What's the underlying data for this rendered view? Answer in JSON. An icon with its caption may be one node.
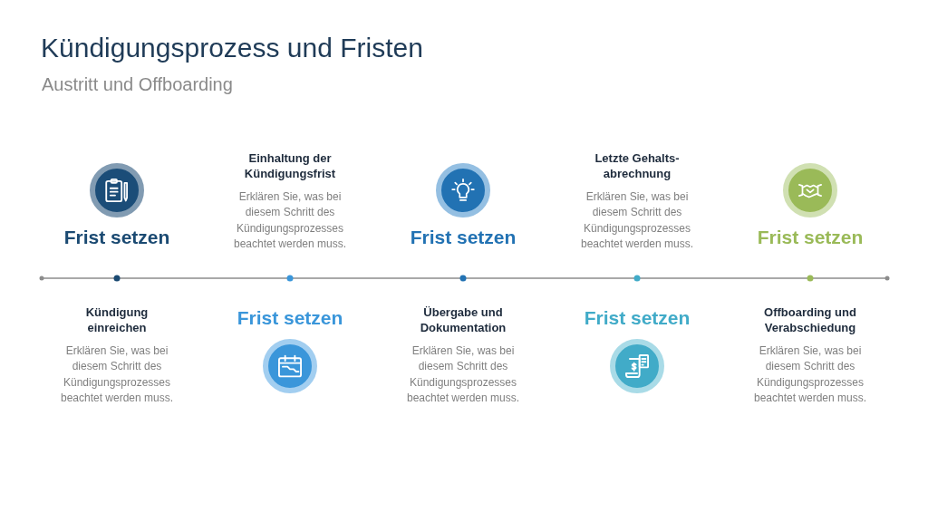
{
  "diagram": {
    "title": "Kündigungsprozess und Fristen",
    "nodes": [
      {
        "text": [],
        "shape": "circle",
        "beside": [
          "Frist setzen"
        ]
      },
      {
        "text": [],
        "shape": "circle",
        "beside": [
          "Frist setzen"
        ]
      },
      {
        "text": [],
        "shape": "circle",
        "beside": [
          "Frist setzen"
        ]
      },
      {
        "text": [],
        "shape": "circle",
        "beside": [
          "Frist setzen"
        ]
      },
      {
        "text": [],
        "shape": "circle",
        "beside": [
          "Frist setzen"
        ]
      }
    ],
    "labels": [
      "Austritt und Offboarding",
      "Einhaltung der Kündigungsfrist",
      "Erklären Sie, was bei diesem Schritt des Kündigungsprozesses beachtet werden muss.",
      "Letzte Gehalts-abrechnung",
      "Erklären Sie, was bei diesem Schritt des Kündigungsprozesses beachtet werden muss.",
      "Kündigung einreichen",
      "Erklären Sie, was bei diesem Schritt des Kündigungsprozesses beachtet werden muss.",
      "Übergabe und Dokumentation",
      "Erklären Sie, was bei diesem Schritt des Kündigungsprozesses beachtet werden muss.",
      "Offboarding und Verabschiedung",
      "Erklären Sie, was bei diesem Schritt des Kündigungsprozesses beachtet werden muss."
    ]
  }
}
